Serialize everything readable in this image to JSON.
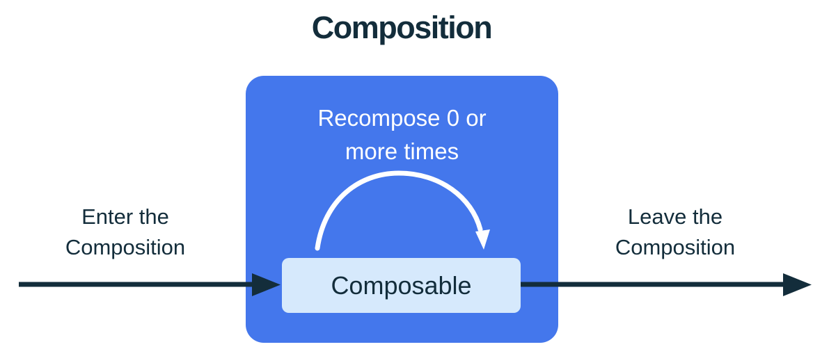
{
  "title": "Composition",
  "colors": {
    "background": "#FFFFFF",
    "box-blue": "#4477EC",
    "light-blue": "#D6E9FC",
    "dark-navy": "#132D3B",
    "arc-white": "#FFFFFF"
  },
  "composition_box": {
    "recompose_line1": "Recompose 0 or",
    "recompose_line2": "more times",
    "composable_label": "Composable"
  },
  "left_label": {
    "line1": "Enter the",
    "line2": "Composition"
  },
  "right_label": {
    "line1": "Leave the",
    "line2": "Composition"
  }
}
